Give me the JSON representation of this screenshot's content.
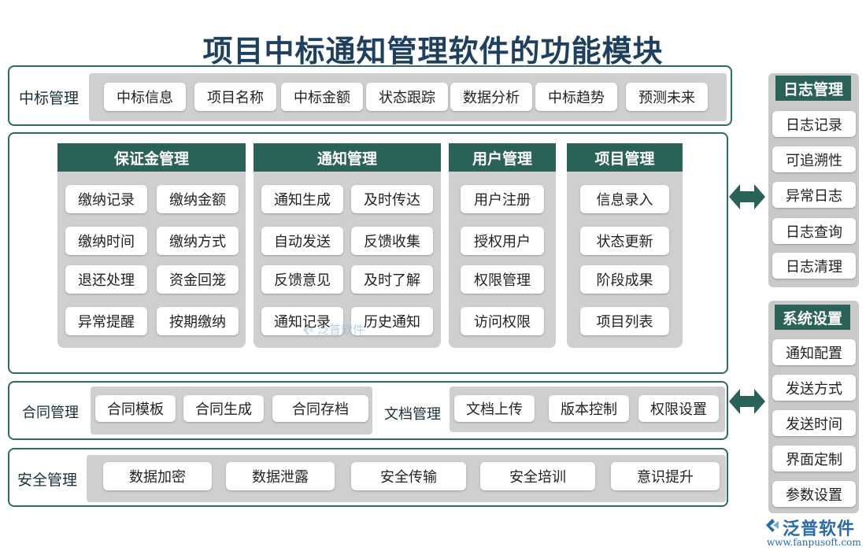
{
  "title": "项目中标通知管理软件的功能模块",
  "rows": {
    "bid": {
      "label": "中标管理",
      "items": [
        "中标信息",
        "项目名称",
        "中标金额",
        "状态跟踪",
        "数据分析",
        "中标趋势",
        "预测未来"
      ]
    },
    "contract": {
      "label": "合同管理",
      "items": [
        "合同模板",
        "合同生成",
        "合同存档"
      ]
    },
    "document": {
      "label": "文档管理",
      "items": [
        "文档上传",
        "版本控制",
        "权限设置"
      ]
    },
    "security": {
      "label": "安全管理",
      "items": [
        "数据加密",
        "数据泄露",
        "安全传输",
        "安全培训",
        "意识提升"
      ]
    }
  },
  "columns": {
    "deposit": {
      "header": "保证金管理",
      "items": [
        "缴纳记录",
        "缴纳金额",
        "缴纳时间",
        "缴纳方式",
        "退还处理",
        "资金回笼",
        "异常提醒",
        "按期缴纳"
      ]
    },
    "notice": {
      "header": "通知管理",
      "items": [
        "通知生成",
        "及时传达",
        "自动发送",
        "反馈收集",
        "反馈意见",
        "及时了解",
        "通知记录",
        "历史通知"
      ]
    },
    "user": {
      "header": "用户管理",
      "items": [
        "用户注册",
        "授权用户",
        "权限管理",
        "访问权限"
      ]
    },
    "project": {
      "header": "项目管理",
      "items": [
        "信息录入",
        "状态更新",
        "阶段成果",
        "项目列表"
      ]
    }
  },
  "side": {
    "log": {
      "header": "日志管理",
      "items": [
        "日志记录",
        "可追溯性",
        "异常日志",
        "日志查询",
        "日志清理"
      ]
    },
    "settings": {
      "header": "系统设置",
      "items": [
        "通知配置",
        "发送方式",
        "发送时间",
        "界面定制",
        "参数设置"
      ]
    }
  },
  "logo": {
    "name": "泛普软件",
    "url": "www.fanpusoft.com"
  },
  "watermark": {
    "name": "泛普软件"
  },
  "colors": {
    "accent": "#2a6159",
    "border": "#2e6b62",
    "panel": "#cfcfcf",
    "title": "#1f3f5f"
  }
}
